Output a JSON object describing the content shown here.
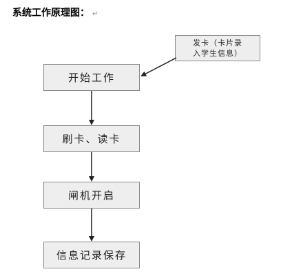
{
  "title": "系统工作原理图：",
  "paragraph_mark": "↵",
  "steps": [
    {
      "label": "开始工作"
    },
    {
      "label": "刷卡、读卡"
    },
    {
      "label": "闸机开启"
    },
    {
      "label": "信息记录保存"
    }
  ],
  "side_box": {
    "line1": "发卡（卡片录",
    "line2": "入学生信息）"
  },
  "colors": {
    "box_fill": "#eeeeee",
    "box_border": "#8a8a8a",
    "arrow": "#222222"
  }
}
